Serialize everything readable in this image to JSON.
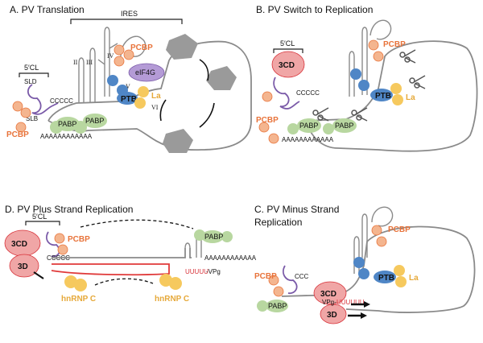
{
  "panels": {
    "a": {
      "title": "A. PV Translation",
      "ires_label": "IRES",
      "cl_label": "5′CL",
      "sld_label": "SLD",
      "slb_label": "SLB",
      "c_run": "CCCCC",
      "roman_ii": "II",
      "roman_iii": "III",
      "roman_iv": "IV",
      "roman_v": "V",
      "roman_vi": "VI",
      "pcbp_top": "PCBP",
      "pcbp_left": "PCBP",
      "eif4g": "eIF4G",
      "ptb": "PTB",
      "la": "La",
      "pabp_1": "PABP",
      "pabp_2": "PABP",
      "poly_a": "AAAAAAAAAAAA"
    },
    "b": {
      "title": "B. PV Switch to Replication",
      "cl_label": "5′CL",
      "c_run": "CCCCC",
      "pcbp_top": "PCBP",
      "pcbp_left": "PCBP",
      "p3cd": "3CD",
      "ptb": "PTB",
      "la": "La",
      "pabp_1": "PABP",
      "pabp_2": "PABP",
      "poly_a": "AAAAAAAAAAAA"
    },
    "c": {
      "title_line1": "C. PV Minus Strand",
      "title_line2": "Replication",
      "pcbp_top": "PCBP",
      "pcbp_left": "PCBP",
      "ptb": "PTB",
      "la": "La",
      "pabp": "PABP",
      "p3cd": "3CD",
      "p3d": "3D",
      "vpg_label": "VPg-",
      "uridines": "UUUUUU",
      "c_run": "CCC"
    },
    "d": {
      "title": "D. PV Plus Strand Replication",
      "cl_label": "5′CL",
      "p3cd": "3CD",
      "p3d": "3D",
      "pcbp": "PCBP",
      "c_run": "CCCCC",
      "pabp": "PABP",
      "poly_a": "AAAAAAAAAAAA",
      "uridines": "UUUUU",
      "vpg": "-VPg",
      "hnrnp_left": "hnRNP C",
      "hnrnp_right": "hnRNP C"
    }
  },
  "colors": {
    "rna": "#8a8a8a",
    "pcbp": "#f4b58f",
    "pcbp_stroke": "#e8733a",
    "purple_cl": "#7a5aa8",
    "eif4g": "#b49bd6",
    "ptb": "#4f86c6",
    "la": "#f6c95e",
    "pabp": "#b8d7a0",
    "p3cd": "#f0a6a6",
    "ribosome": "#9a9a9a",
    "plus_strand": "#e03a3a"
  }
}
